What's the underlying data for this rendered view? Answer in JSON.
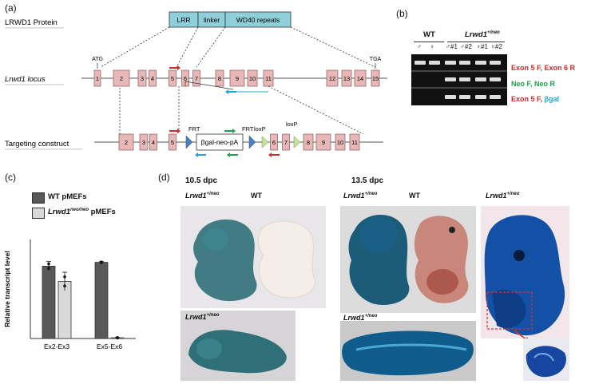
{
  "panels": {
    "a": "(a)",
    "b": "(b)",
    "c": "(c)",
    "d": "(d)"
  },
  "panel_a": {
    "protein_label": "LRWD1 Protein",
    "domains": [
      "LRR",
      "linker",
      "WD40 repeats"
    ],
    "locus_label": "Lrwd1 locus",
    "construct_label": "Targeting construct",
    "atg": "ATG",
    "tga": "TGA",
    "locus_exons": [
      "1",
      "2",
      "3",
      "4",
      "5",
      "6",
      "7",
      "8",
      "9",
      "10",
      "11",
      "12",
      "13",
      "14",
      "15"
    ],
    "construct_exons_left": [
      "2",
      "3",
      "4",
      "5"
    ],
    "construct_exons_mid": [
      "6",
      "7",
      "8"
    ],
    "construct_exons_right": [
      "9",
      "10",
      "11"
    ],
    "cassette": "βgal-neo-pA",
    "frt1": "FRT",
    "frt2": "FRT",
    "loxp1": "loxP",
    "loxp2": "loxP"
  },
  "panel_b": {
    "wt": "WT",
    "mut_gene": "Lrwd1",
    "mut_sup": "+/neo",
    "lanes": [
      "♂",
      "♀",
      "♂#1",
      "♂#2",
      "♀#1",
      "♀#2"
    ],
    "row1": "Exon 5 F, Exon 6 R",
    "row2": "Neo F, Neo R",
    "row3_a": "Exon 5 F, ",
    "row3_b": "βgal"
  },
  "panel_c": {
    "legend1": "WT pMEFs",
    "legend2_gene": "Lrwd1",
    "legend2_sup": "neo/neo",
    "legend2_rest": " pMEFs",
    "ylabel": "Relative transcript level",
    "colors": {
      "wt": "#595959",
      "mut": "#d9d9d9"
    }
  },
  "chart_data": {
    "type": "bar",
    "categories": [
      "Ex2-Ex3",
      "Ex5-Ex6"
    ],
    "series": [
      {
        "name": "WT pMEFs",
        "values": [
          0.95,
          1.0
        ],
        "errors": [
          0.06,
          0.01
        ]
      },
      {
        "name": "Lrwd1neo/neo pMEFs",
        "values": [
          0.75,
          0.01
        ],
        "errors": [
          0.12,
          0.005
        ]
      }
    ],
    "ylabel": "Relative transcript level",
    "ylim": [
      0,
      1.3
    ]
  },
  "panel_d": {
    "stage1": "10.5 dpc",
    "stage2": "13.5 dpc",
    "het1_gene": "Lrwd1",
    "het1_sup": "+/neo",
    "wt1": "WT",
    "het2_gene": "Lrwd1",
    "het2_sup": "+/neo",
    "het3_gene": "Lrwd1",
    "het3_sup": "+/neo",
    "wt2": "WT",
    "het4_gene": "Lrwd1",
    "het4_sup": "+/neo",
    "het5_gene": "Lrwd1",
    "het5_sup": "+/neo"
  }
}
